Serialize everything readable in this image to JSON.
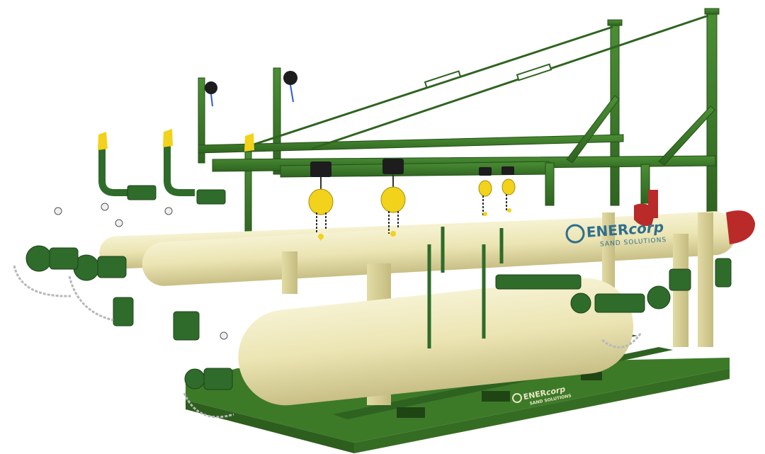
{
  "image": {
    "subject": "Sand separation skid with overhead hoist frame",
    "background_color": "#ffffff"
  },
  "brand": {
    "name_part1": "ENER",
    "name_part2": "corp",
    "tagline": "SAND SOLUTIONS"
  },
  "colors": {
    "frame_green": "#3f7d2b",
    "frame_green_dark": "#2c5a1e",
    "vessel_cream": "#ece6b6",
    "vessel_cream_shadow": "#c9c18a",
    "hoist_yellow": "#f2d21b",
    "valve_green": "#2f6b2a",
    "flange_red": "#b92a28",
    "chain_gray": "#b8b8b8",
    "logo_teal": "#2f6f8f"
  },
  "icons": [
    "chain-hoist-icon",
    "valve-icon",
    "pressure-gauge-icon",
    "flange-icon",
    "cable-reel-icon"
  ]
}
